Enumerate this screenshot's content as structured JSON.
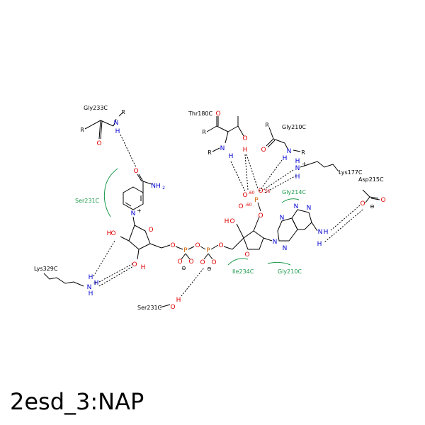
{
  "title": "2esd_3:NAP",
  "residues": {
    "gly233": "Gly233C",
    "thr180": "Thr180C",
    "gly210_top": "Gly210C",
    "lys177": "Lys177C",
    "asp215": "Asp215C",
    "ser231_hyd": "Ser231C",
    "gly214": "Gly214C",
    "lys329": "Lys329C",
    "ile234": "Ile234C",
    "gly210_hyd": "Gly210C",
    "ser231_bottom": "Ser231C"
  },
  "distances": [
    ".60",
    ".56",
    ".60"
  ],
  "atoms": {
    "O": "O",
    "N": "N",
    "H": "H",
    "P": "P",
    "R": "R",
    "NH2": "NH",
    "sub2": "2",
    "plus": "+",
    "minus": "⊖"
  },
  "colors": {
    "oxygen": "#e00000",
    "nitrogen": "#0000d0",
    "phosphorus": "#d06000",
    "hydrophobic": "#1a9a4a"
  }
}
